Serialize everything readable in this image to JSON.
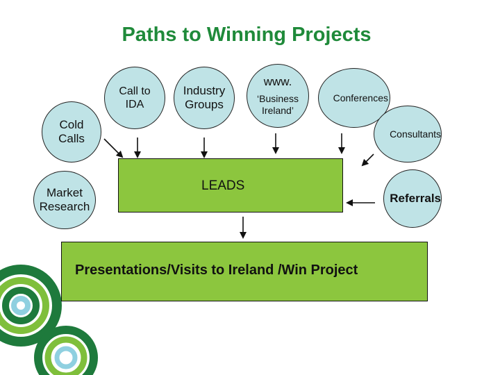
{
  "title": "Paths to Winning Projects",
  "sources": {
    "call_to_ida": "Call to\nIDA",
    "industry_groups": "Industry\nGroups",
    "www_top": "www.",
    "www_bottom": "‘Business\nIreland’",
    "conferences": "Conferences",
    "cold_calls": "Cold\nCalls",
    "consultants": "Consultants",
    "market_research": "Market\nResearch",
    "referrals": "Referrals"
  },
  "leads_label": "LEADS",
  "outcome_label": "Presentations/Visits to Ireland /Win Project",
  "colors": {
    "title": "#1f8a3a",
    "bubble": "#bfe3e6",
    "box": "#8cc63e"
  }
}
